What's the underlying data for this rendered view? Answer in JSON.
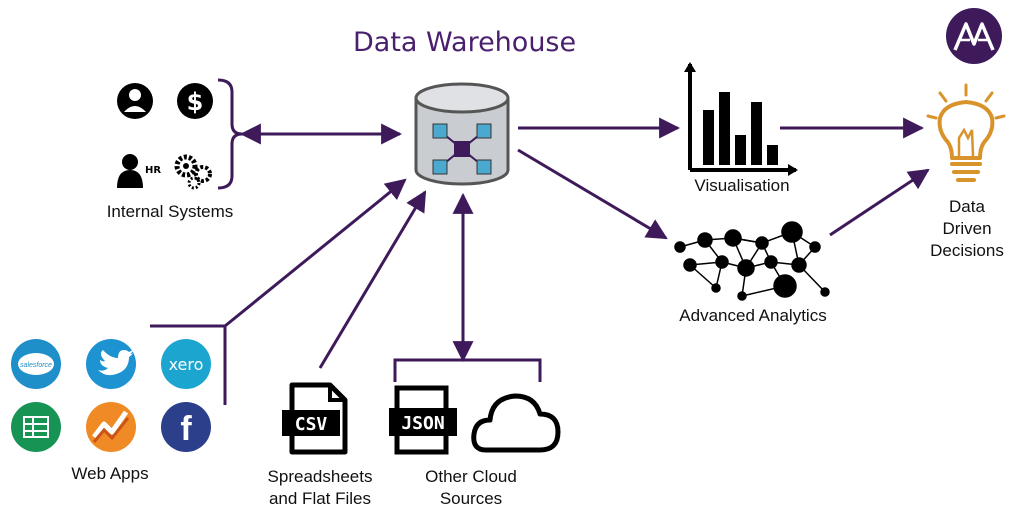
{
  "title": "Data Warehouse",
  "labels": {
    "internal_systems": "Internal Systems",
    "web_apps": "Web Apps",
    "spreadsheets": "Spreadsheets\nand Flat Files",
    "other_cloud": "Other Cloud\nSources",
    "visualisation": "Visualisation",
    "advanced_analytics": "Advanced Analytics",
    "decisions": "Data\nDriven\nDecisions"
  },
  "icon_text": {
    "hr": "HR",
    "salesforce": "salesforce",
    "xero": "xero",
    "csv": "CSV",
    "json": "JSON"
  },
  "colors": {
    "arrow": "#3e1a5b",
    "title": "#4a1f6e",
    "db_body": "#c9ccd0",
    "db_node": "#4ba9cf",
    "db_center": "#3e1a5b",
    "salesforce": "#1f8fc9",
    "twitter": "#1d93d2",
    "xero": "#1ca6cf",
    "sheets": "#179454",
    "orange_app": "#f08a24",
    "facebook": "#2c3f8a",
    "bulb": "#d9932b",
    "logo": "#3e1a5b"
  },
  "icons": {
    "internal": [
      "user-icon",
      "dollar-icon",
      "hr-person-icon",
      "gears-icon"
    ],
    "web_apps": [
      "salesforce-icon",
      "twitter-icon",
      "xero-icon",
      "sheets-icon",
      "orange-app-icon",
      "facebook-icon"
    ]
  }
}
